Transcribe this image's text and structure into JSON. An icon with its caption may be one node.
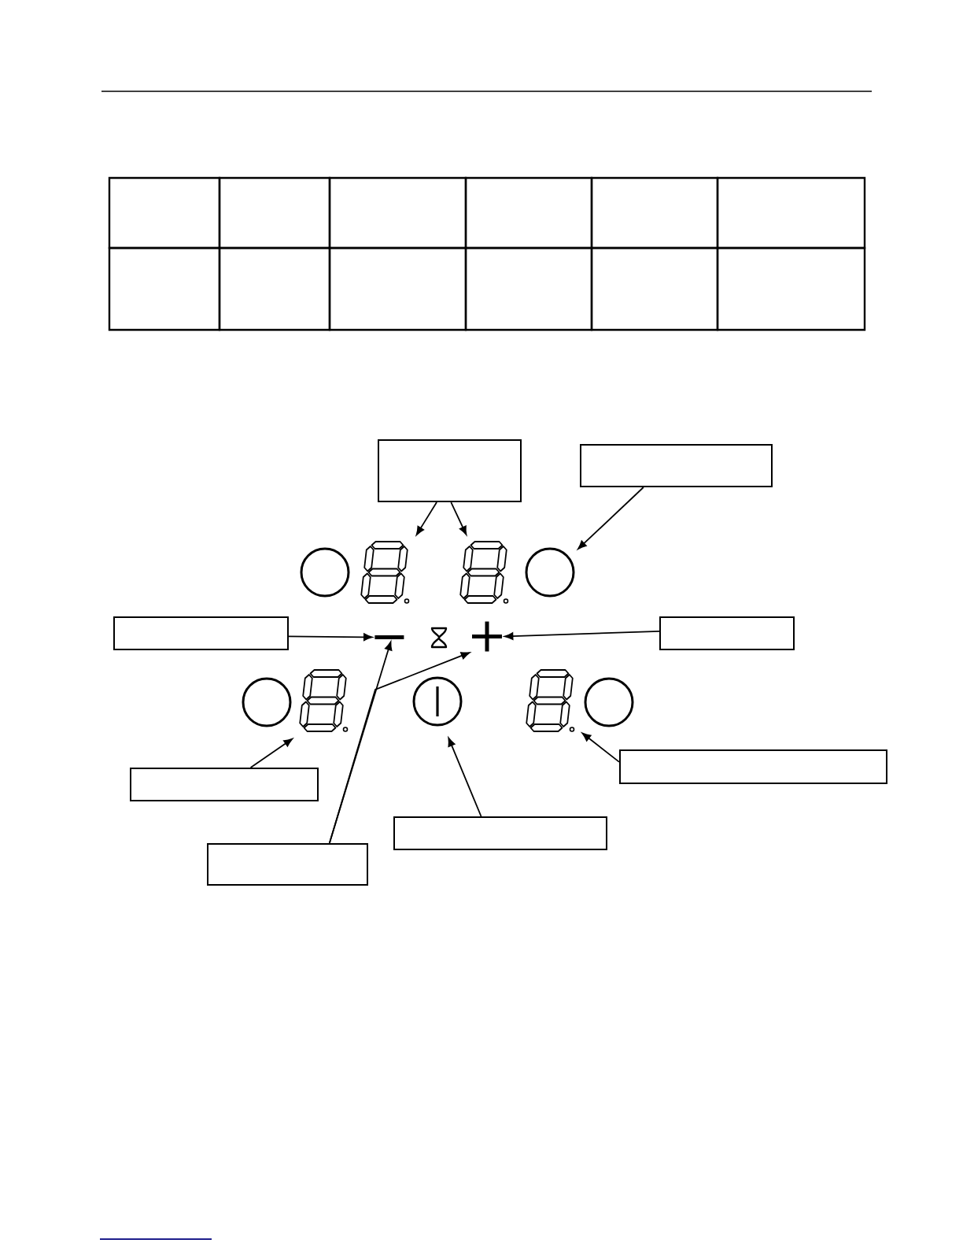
{
  "diagram": {
    "nodes": [
      {
        "text": [],
        "shape": "box"
      },
      {
        "text": [],
        "shape": "box"
      },
      {
        "text": [],
        "shape": "circle"
      },
      {
        "text": [],
        "shape": "picture"
      },
      {
        "text": [],
        "shape": "picture"
      },
      {
        "text": [],
        "shape": "circle"
      },
      {
        "text": [],
        "shape": "box"
      },
      {
        "text": [],
        "shape": "bar"
      },
      {
        "text": [],
        "shape": "picture"
      },
      {
        "text": [],
        "shape": "box"
      },
      {
        "text": [],
        "shape": "circle"
      },
      {
        "text": [],
        "shape": "picture"
      },
      {
        "text": [],
        "shape": "picture"
      },
      {
        "text": [],
        "shape": "picture"
      },
      {
        "text": [],
        "shape": "circle"
      },
      {
        "text": [],
        "shape": "box"
      },
      {
        "text": [],
        "shape": "box"
      },
      {
        "text": [],
        "shape": "box"
      },
      {
        "text": [],
        "shape": "box"
      }
    ],
    "edges": [
      {
        "from": 0,
        "to": 3,
        "arrow": "to"
      },
      {
        "from": 0,
        "to": 4,
        "arrow": "to"
      },
      {
        "from": 1,
        "to": 5,
        "arrow": "to"
      },
      {
        "from": 6,
        "to": 7,
        "arrow": "to"
      },
      {
        "from": 9,
        "to": 8,
        "arrow": "to"
      },
      {
        "from": 18,
        "to": 7,
        "arrow": "to"
      },
      {
        "from": 18,
        "to": 8,
        "arrow": "to"
      },
      {
        "from": 16,
        "to": 11,
        "arrow": "to"
      },
      {
        "from": 17,
        "to": 12,
        "arrow": "to"
      },
      {
        "from": 15,
        "to": 13,
        "arrow": "to"
      }
    ]
  }
}
